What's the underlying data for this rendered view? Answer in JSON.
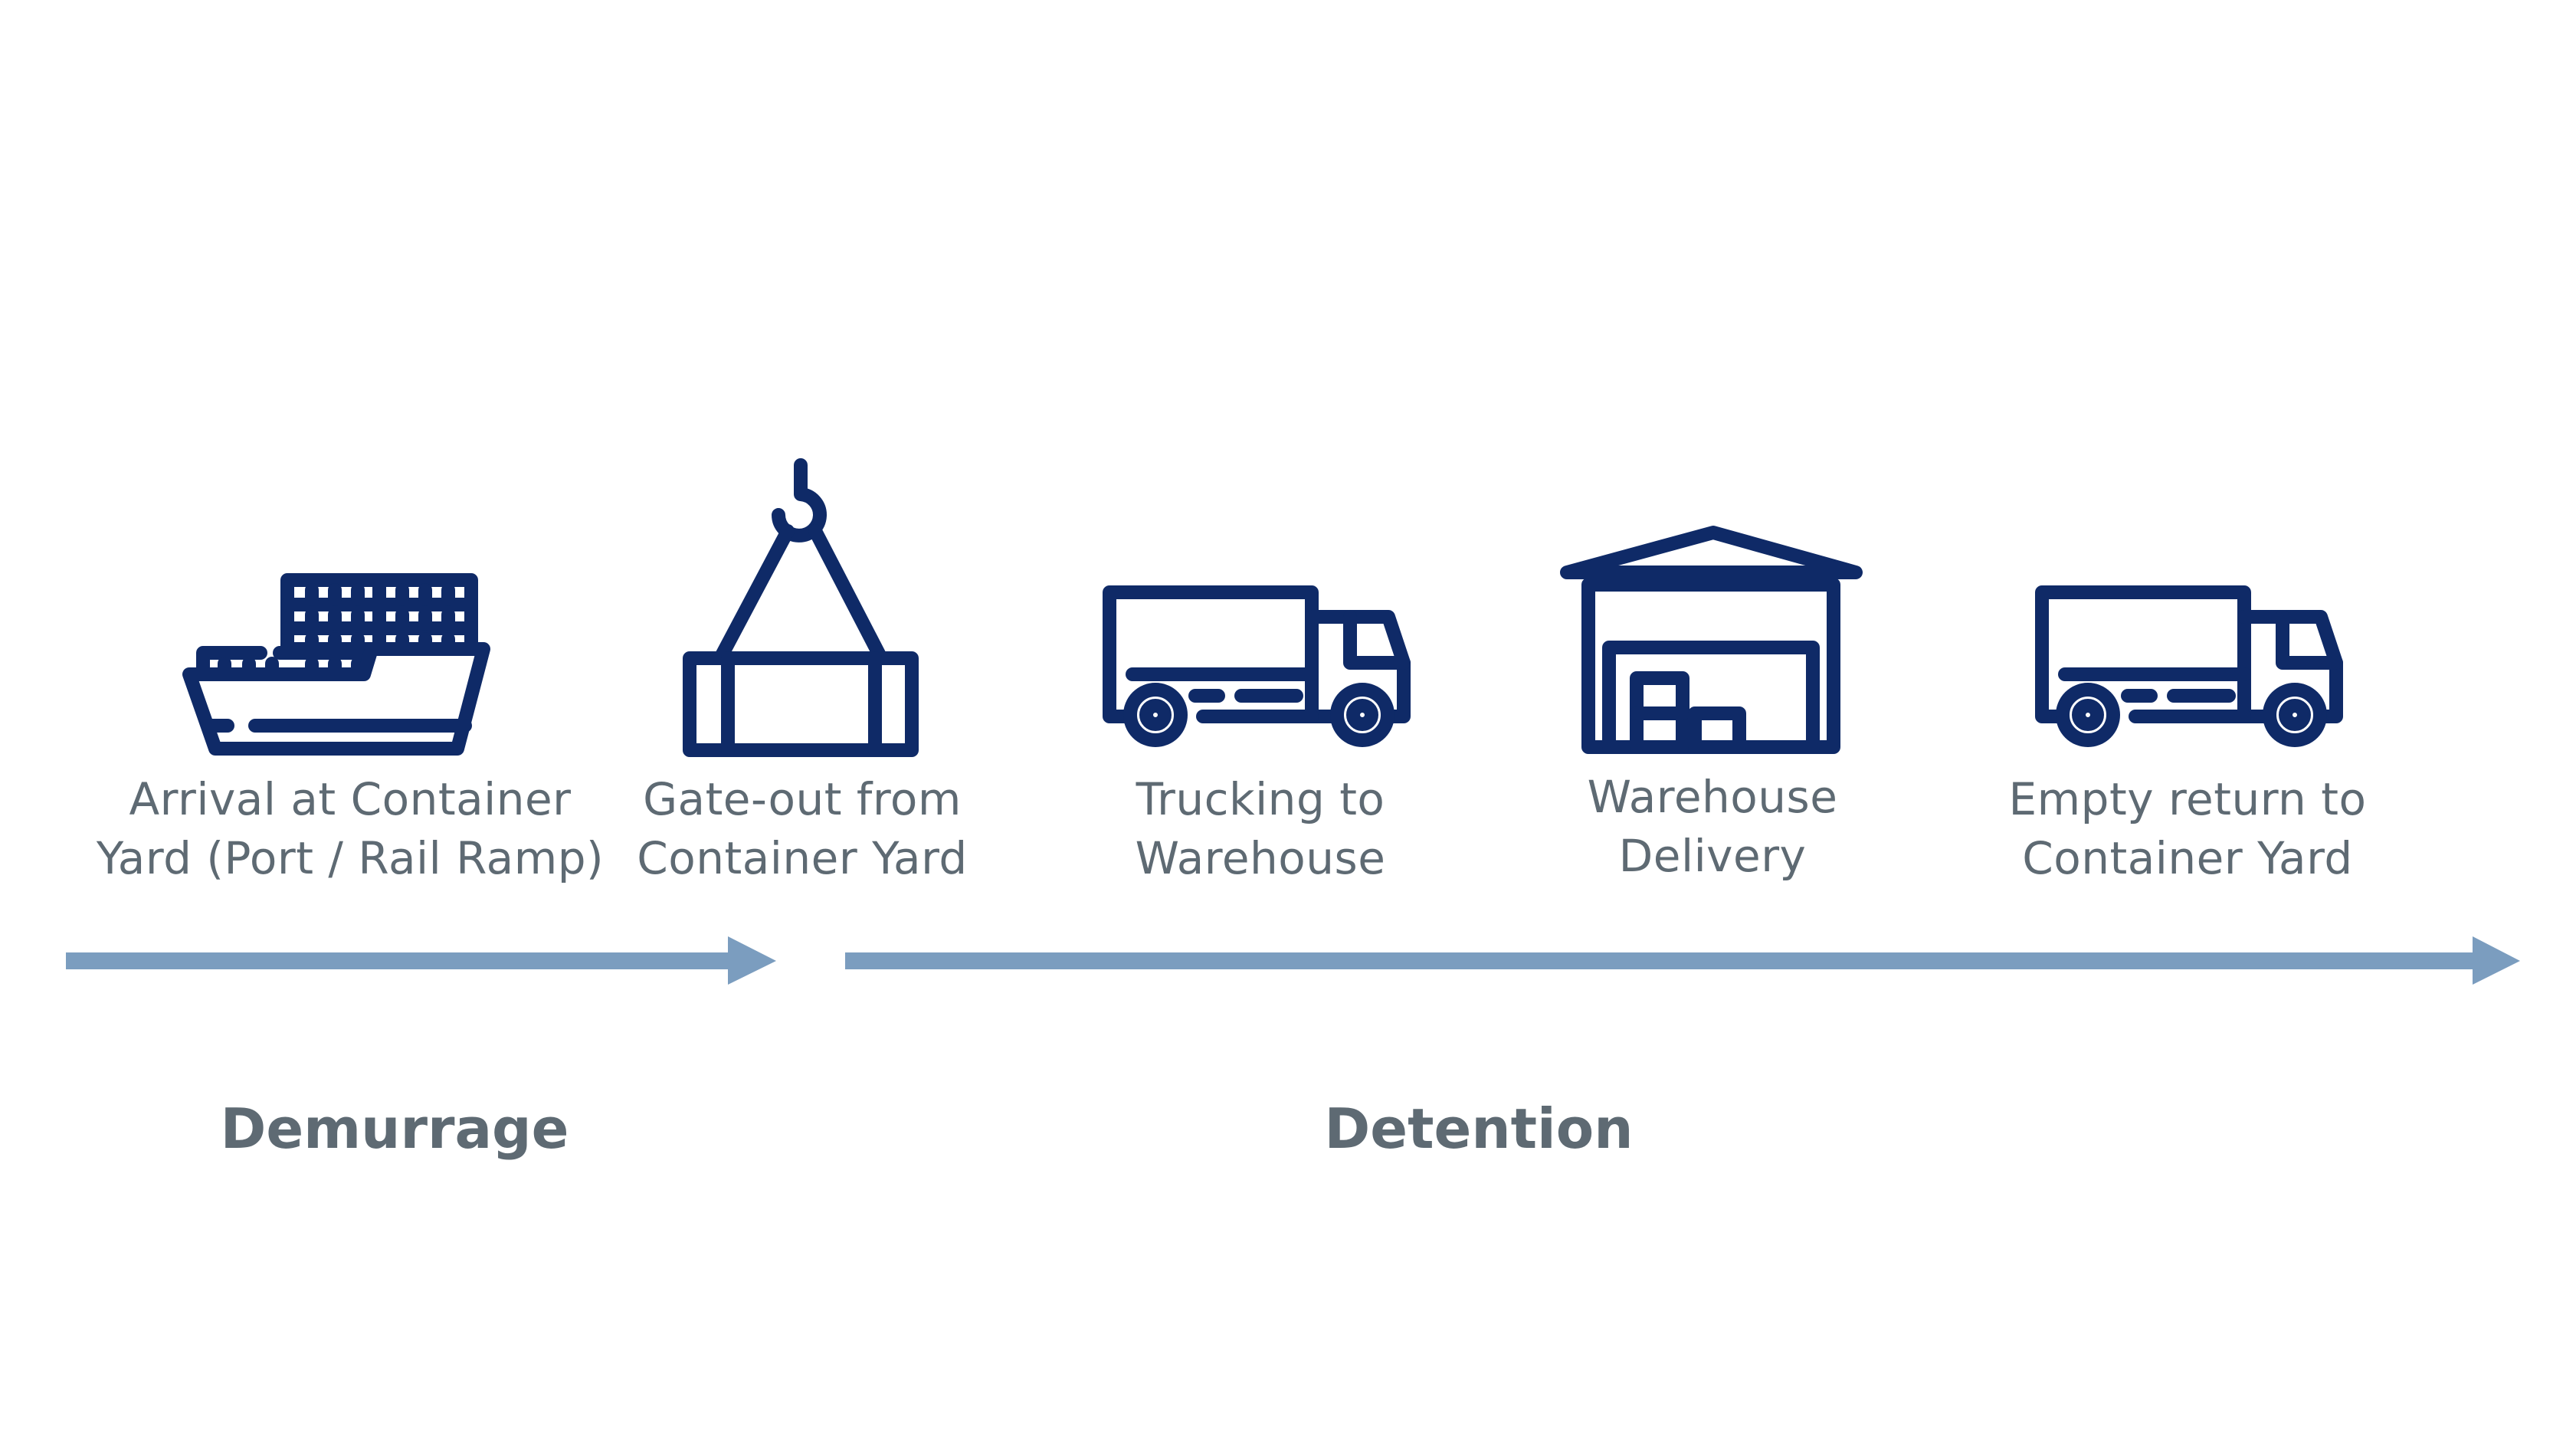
{
  "steps": [
    {
      "icon": "cargo-ship-icon",
      "line1": "Arrival at Container",
      "line2": "Yard (Port / Rail Ramp)"
    },
    {
      "icon": "crane-container-icon",
      "line1": "Gate-out from",
      "line2": "Container Yard"
    },
    {
      "icon": "truck-icon",
      "line1": "Trucking to",
      "line2": "Warehouse"
    },
    {
      "icon": "warehouse-icon",
      "line1": "Warehouse",
      "line2": "Delivery"
    },
    {
      "icon": "truck-icon",
      "line1": "Empty return to",
      "line2": "Container Yard"
    }
  ],
  "phases": [
    {
      "label": "Demurrage"
    },
    {
      "label": "Detention"
    }
  ],
  "colors": {
    "icon": "#0f2a67",
    "text": "#5e6a73",
    "arrow": "#7b9dbf"
  }
}
